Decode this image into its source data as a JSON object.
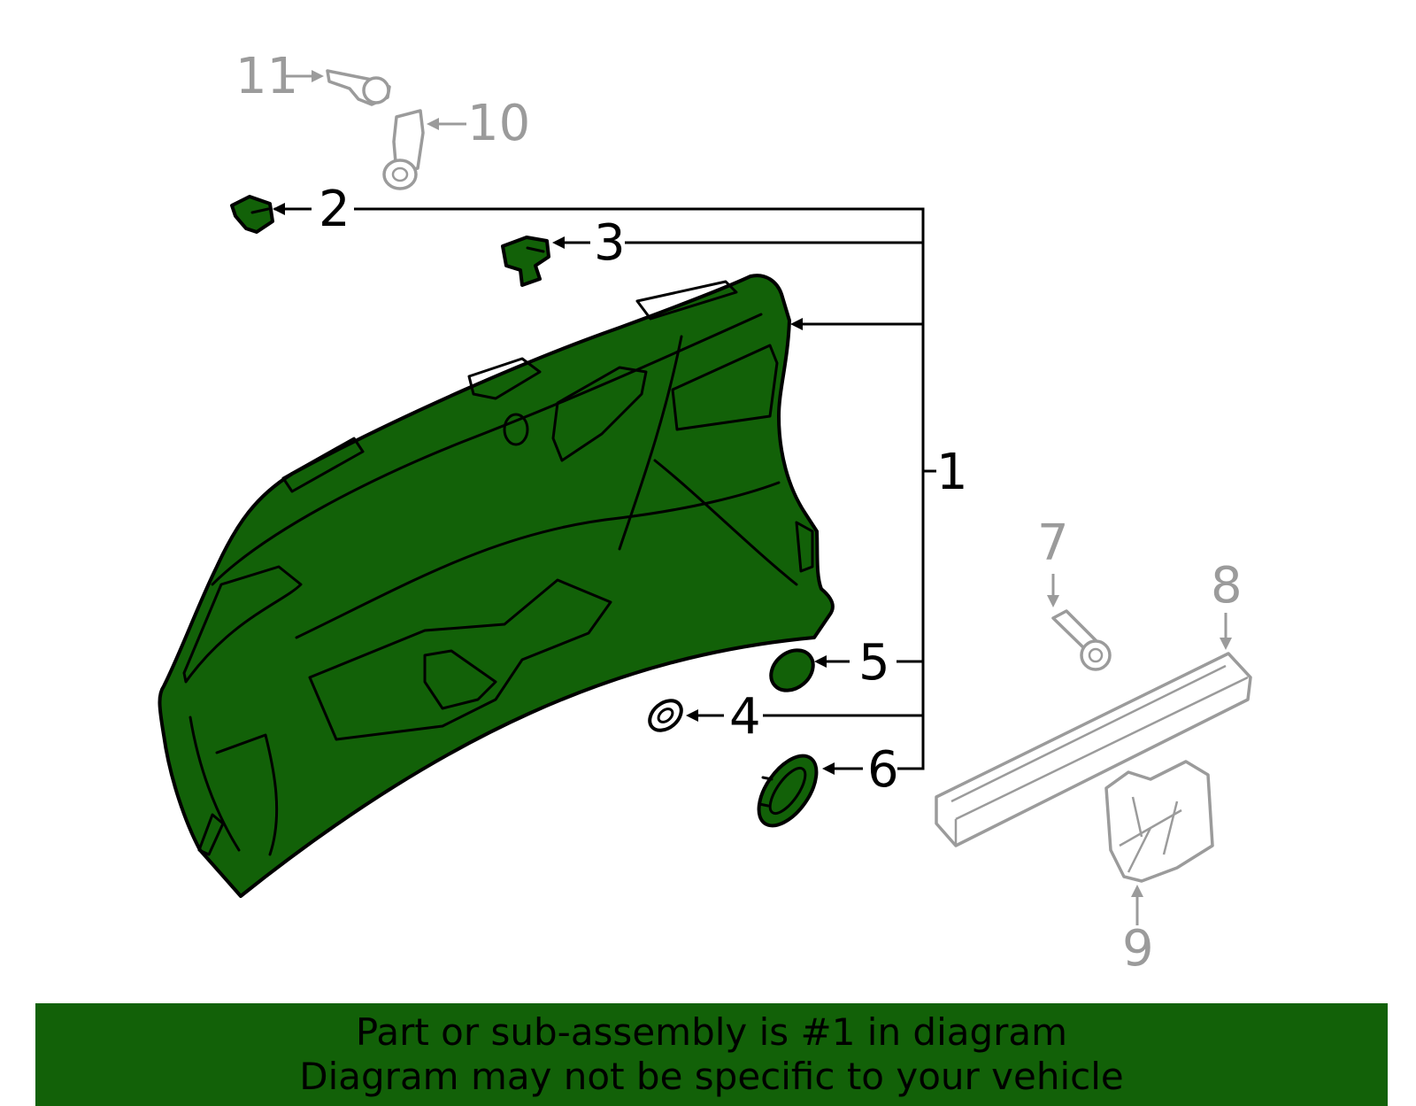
{
  "colors": {
    "accent": "#126108",
    "active_stroke": "#000000",
    "inactive_stroke": "#9b9b9b"
  },
  "callouts": [
    {
      "id": "1",
      "label": "1",
      "state": "active"
    },
    {
      "id": "2",
      "label": "2",
      "state": "active"
    },
    {
      "id": "3",
      "label": "3",
      "state": "active"
    },
    {
      "id": "4",
      "label": "4",
      "state": "active"
    },
    {
      "id": "5",
      "label": "5",
      "state": "active"
    },
    {
      "id": "6",
      "label": "6",
      "state": "active"
    },
    {
      "id": "7",
      "label": "7",
      "state": "inactive"
    },
    {
      "id": "8",
      "label": "8",
      "state": "inactive"
    },
    {
      "id": "9",
      "label": "9",
      "state": "inactive"
    },
    {
      "id": "10",
      "label": "10",
      "state": "inactive"
    },
    {
      "id": "11",
      "label": "11",
      "state": "inactive"
    }
  ],
  "banner": {
    "line1": "Part or sub-assembly is #1 in diagram",
    "line2": "Diagram may not be specific to your vehicle"
  }
}
